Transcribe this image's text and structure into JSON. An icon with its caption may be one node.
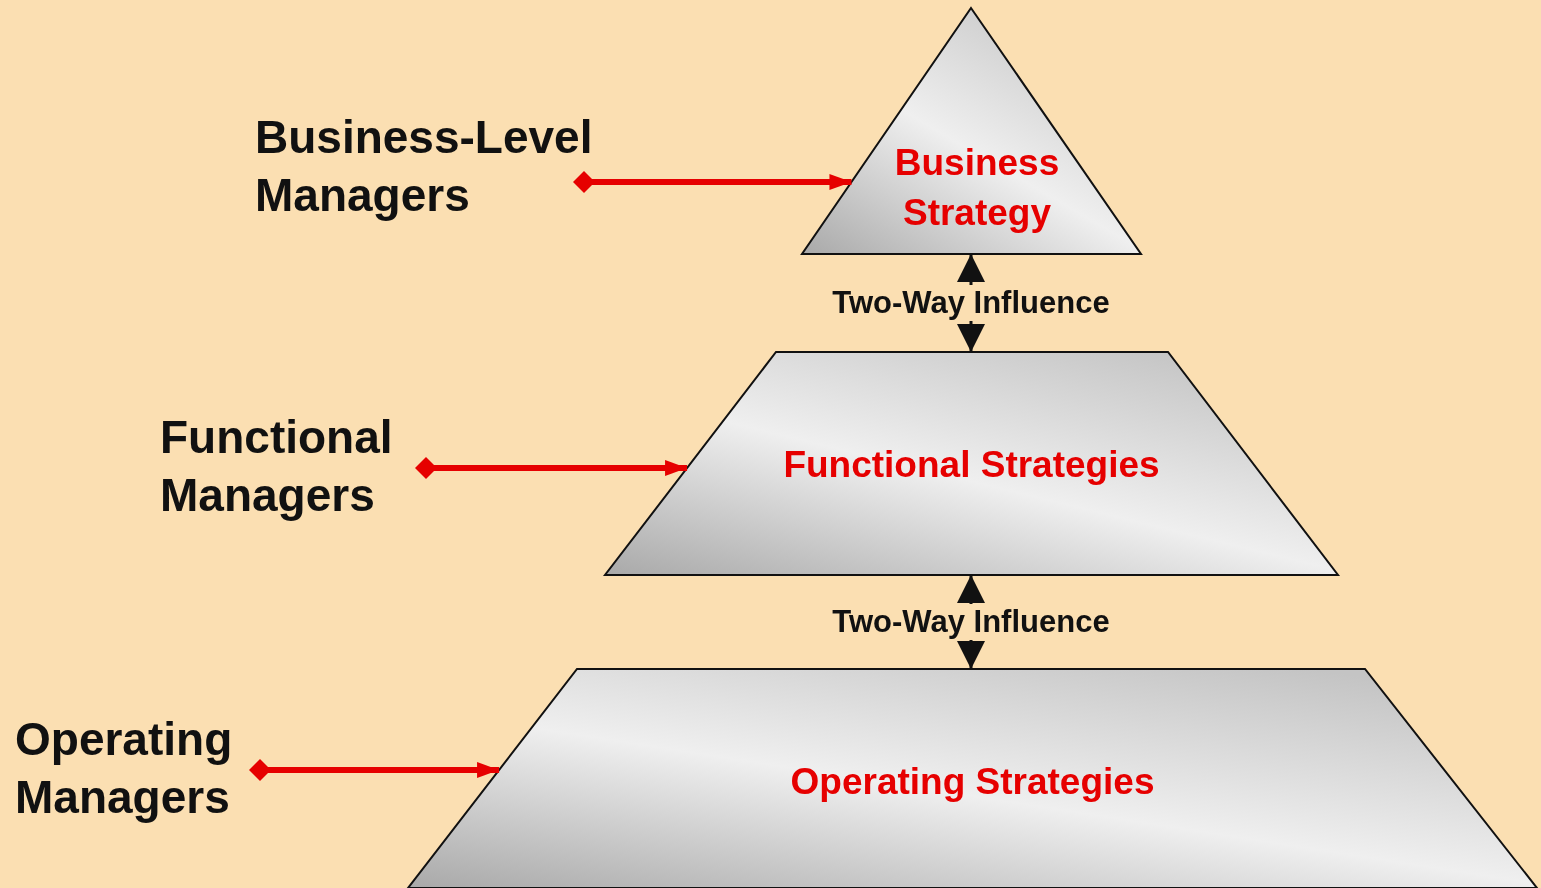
{
  "diagram": {
    "nodes": [
      {
        "text": [
          "Business-Level Managers"
        ]
      },
      {
        "text": [
          "Business Strategy"
        ]
      },
      {
        "text": [
          "Functional Managers"
        ]
      },
      {
        "text": [
          "Functional Strategies"
        ]
      },
      {
        "text": [
          "Operating Managers"
        ]
      },
      {
        "text": [
          "Operating Strategies"
        ]
      }
    ],
    "edges": [
      {
        "from": 0,
        "to": 1,
        "arrow": "to",
        "color": "#e60000"
      },
      {
        "from": 1,
        "to": 3,
        "arrow": "both",
        "label": "Two-Way Influence",
        "color": "#111111"
      },
      {
        "from": 2,
        "to": 3,
        "arrow": "to",
        "color": "#e60000"
      },
      {
        "from": 3,
        "to": 5,
        "arrow": "both",
        "label": "Two-Way Influence",
        "color": "#111111"
      },
      {
        "from": 4,
        "to": 5,
        "arrow": "to",
        "color": "#e60000"
      }
    ]
  }
}
